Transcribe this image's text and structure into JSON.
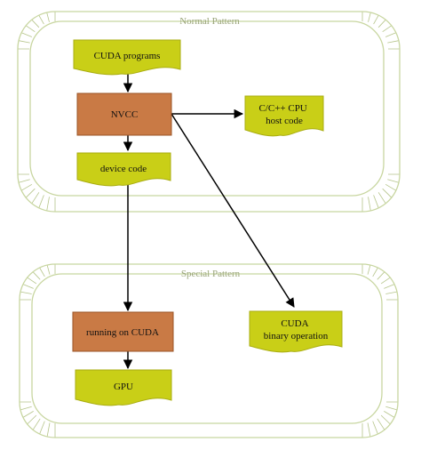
{
  "colors": {
    "panel_outline": "#c8d6a0",
    "hatch": "#b5c48a",
    "doc_shape_fill": "#c9cf17",
    "doc_shape_stroke": "#a9ad10",
    "process_fill": "#c97a45",
    "process_stroke": "#9a5427",
    "arrow": "#000000",
    "panel_title": "#9aa57a"
  },
  "panels": {
    "normal": {
      "title": "Normal Pattern"
    },
    "special": {
      "title": "Special Pattern"
    }
  },
  "nodes": {
    "cuda_programs": {
      "lines": [
        "CUDA programs"
      ]
    },
    "nvcc": {
      "lines": [
        "NVCC"
      ]
    },
    "host_code": {
      "lines": [
        "C/C++ CPU",
        "host code"
      ]
    },
    "device_code": {
      "lines": [
        "device code"
      ]
    },
    "running_on_cuda": {
      "lines": [
        "running on CUDA"
      ]
    },
    "cuda_binary": {
      "lines": [
        "CUDA",
        "binary operation"
      ]
    },
    "gpu": {
      "lines": [
        "GPU"
      ]
    }
  }
}
